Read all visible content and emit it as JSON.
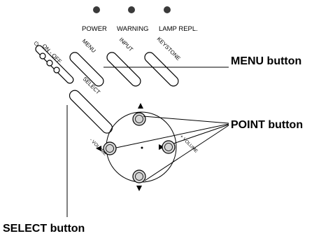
{
  "indicators": [
    {
      "label": "POWER"
    },
    {
      "label": "WARNING"
    },
    {
      "label": "LAMP REPL."
    }
  ],
  "buttons": {
    "on_off": "ON - OFF",
    "on_off_symbol": "⏻",
    "menu": "MENU",
    "input": "INPUT",
    "keystone": "KEYSTONE",
    "select": "SELECT"
  },
  "side_labels": {
    "volume_minus": "- VOLUME",
    "volume_plus": "+ VOLUME"
  },
  "callouts": {
    "menu": "MENU button",
    "point": "POINT button",
    "select": "SELECT button"
  },
  "colors": {
    "indicator": "#3a3a3a",
    "point_button": "#d6d6d6",
    "ink": "#000000"
  }
}
